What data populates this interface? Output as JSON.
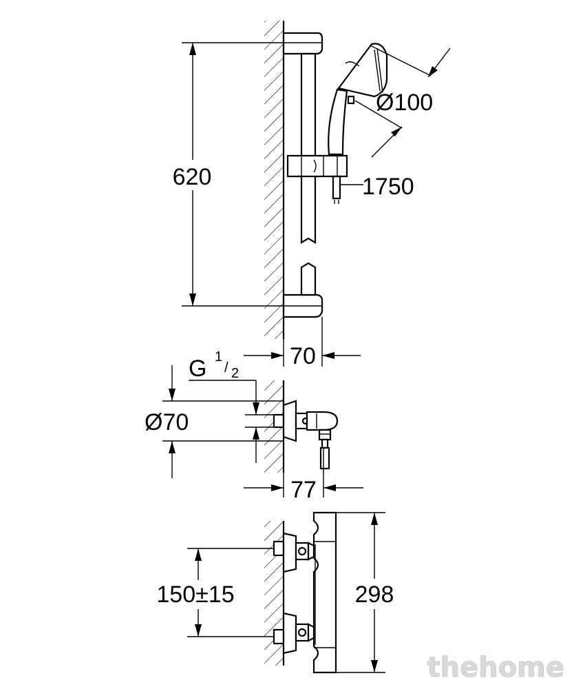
{
  "dimensions": {
    "rail_length": "620",
    "hand_shower_diameter": "Ø100",
    "hose_length": "1750",
    "rail_wall_offset": "70",
    "thread_G": "G",
    "thread_num": "1",
    "thread_den": "2",
    "rosette_diameter": "Ø70",
    "mixer_wall_offset": "77",
    "inlet_centers": "150±15",
    "mixer_height": "298"
  },
  "watermark": "thehome"
}
